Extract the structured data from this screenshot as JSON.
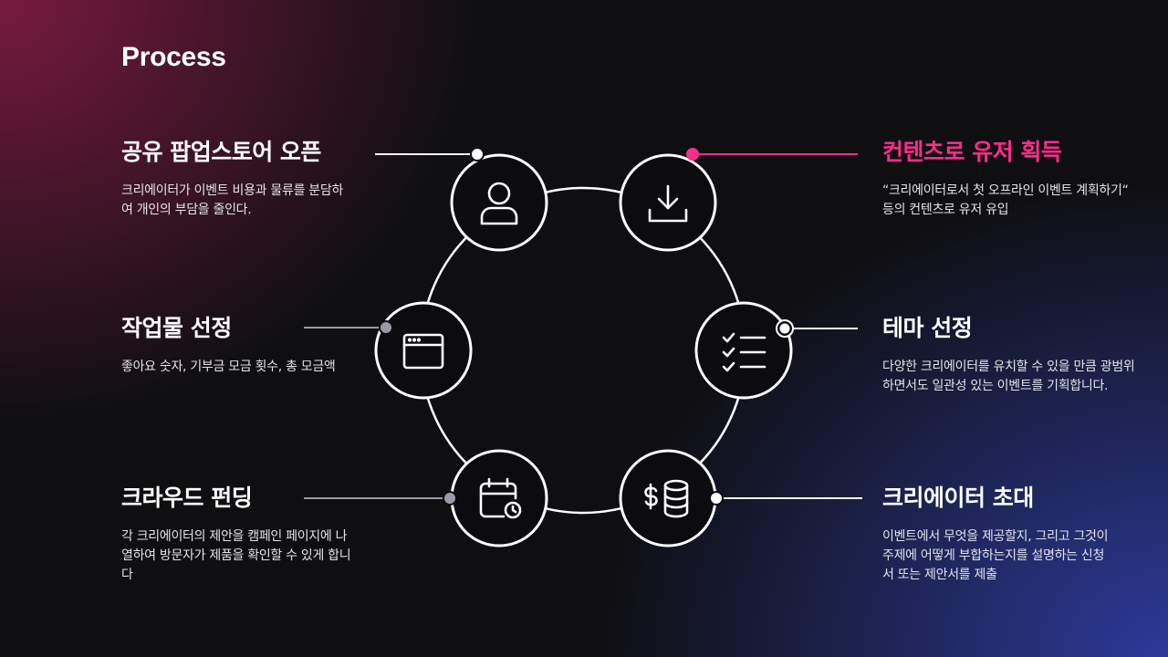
{
  "title": "Process",
  "steps": [
    {
      "title": "공유 팝업스토어 오픈",
      "desc": "크리에이터가 이벤트 비용과 물류를 분담하여 개인의 부담을 줄인다.",
      "icon": "user-icon",
      "highlighted": false
    },
    {
      "title": "작업물 선정",
      "desc": "좋아요 숫자, 기부금 모금 횟수, 총 모금액",
      "icon": "browser-window-icon",
      "highlighted": false
    },
    {
      "title": "크라우드 펀딩",
      "desc": "각 크리에이터의 제안을 캠페인 페이지에 나열하여 방문자가 제품을 확인할 수 있게 합니다",
      "icon": "calendar-clock-icon",
      "highlighted": false
    },
    {
      "title": "컨텐츠로 유저 획득",
      "desc": "“크리에이터로서 첫 오프라인 이벤트 계획하기“ 등의 컨텐츠로 유저 유입",
      "icon": "download-icon",
      "highlighted": true
    },
    {
      "title": "테마 선정",
      "desc": "다양한 크리에이터를 유치할 수 있을 만큼 광범위하면서도 일관성 있는 이벤트를 기획합니다.",
      "icon": "checklist-icon",
      "highlighted": false
    },
    {
      "title": "크리에이터 초대",
      "desc": "이벤트에서 무엇을 제공할지, 그리고 그것이 주제에 어떻게 부합하는지를 설명하는 신청서 또는 제안서를 제출",
      "icon": "dollar-coins-icon",
      "highlighted": false
    }
  ],
  "colors": {
    "accent": "#ff2d8a",
    "line": "#ffffff",
    "connector_gray": "#9a9aa6",
    "background": "#0f0f12"
  }
}
